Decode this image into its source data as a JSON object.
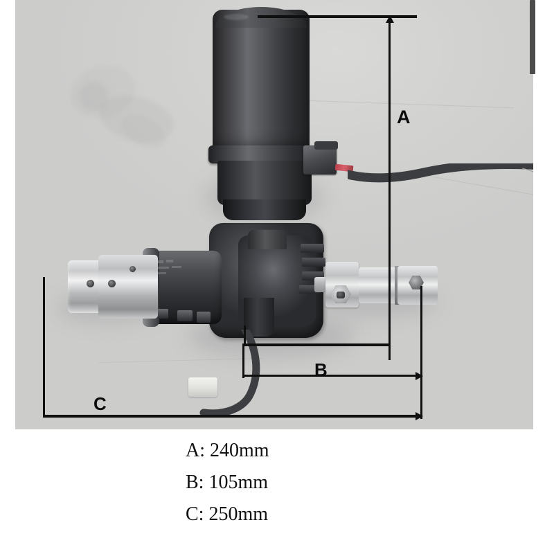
{
  "page": {
    "background_color": "#ffffff",
    "photo_background_color": "#d3d3d1"
  },
  "photo": {
    "alt": "electric power steering motor and gearbox assembly on light grey surface",
    "subject_parts": [
      {
        "name": "electric-motor-can",
        "color": "#3a3a3d"
      },
      {
        "name": "motor-brush-holder",
        "color": "#4b4c50"
      },
      {
        "name": "power-cable",
        "color": "#3c3d40"
      },
      {
        "name": "cable-red-terminal",
        "color": "#c04d56"
      },
      {
        "name": "gearbox-housing",
        "color": "#2f3033"
      },
      {
        "name": "input-shaft-barrel",
        "color": "#4b4c50"
      },
      {
        "name": "left-aluminum-shaft",
        "color": "#cfd0d1"
      },
      {
        "name": "right-coupler-block",
        "color": "#d2d3d4"
      },
      {
        "name": "sensor-connector",
        "color": "#eceae4"
      }
    ]
  },
  "dimensions": {
    "overlay_color": "#101010",
    "labels": [
      {
        "id": "A",
        "text": "A",
        "orientation": "vertical"
      },
      {
        "id": "B",
        "text": "B",
        "orientation": "horizontal"
      },
      {
        "id": "C",
        "text": "C",
        "orientation": "horizontal"
      }
    ]
  },
  "caption": {
    "lines": [
      "A: 240mm",
      "B: 105mm",
      "C: 250mm"
    ],
    "measurements": [
      {
        "label": "A",
        "value": 240,
        "unit": "mm",
        "text": "A: 240mm"
      },
      {
        "label": "B",
        "value": 105,
        "unit": "mm",
        "text": "B: 105mm"
      },
      {
        "label": "C",
        "value": 250,
        "unit": "mm",
        "text": "C: 250mm"
      }
    ]
  },
  "scrollbar": {
    "orientation": "vertical",
    "thumb_color": "#4c4c4c",
    "position": "top"
  }
}
